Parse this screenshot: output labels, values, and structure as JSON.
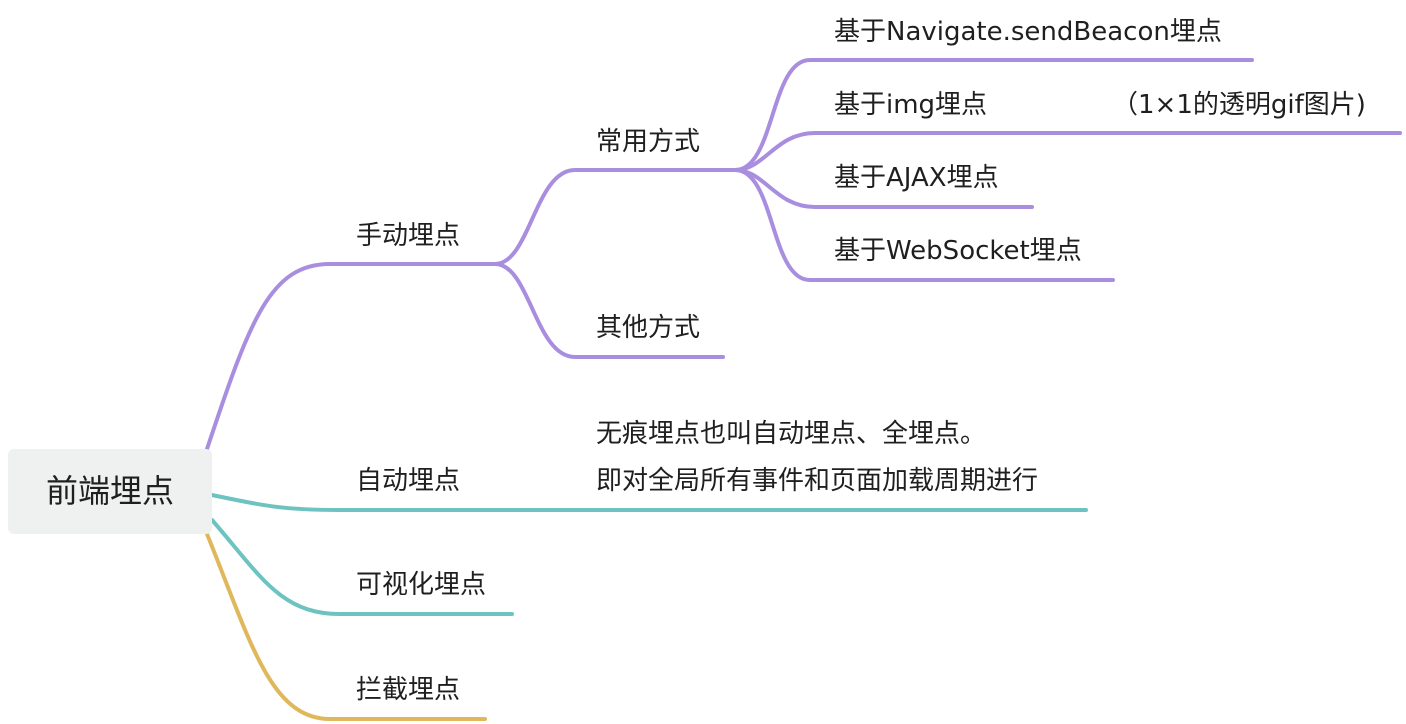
{
  "root": {
    "label": "前端埋点"
  },
  "colors": {
    "manual": "#a98ee0",
    "auto": "#6cc3c0",
    "intercept": "#e0b85c"
  },
  "branches": {
    "manual": {
      "label": "手动埋点",
      "children": {
        "common": {
          "label": "常用方式",
          "items": {
            "beacon": "基于Navigate.sendBeacon埋点",
            "img": "基于img埋点",
            "img_note": "（1×1的透明gif图片)",
            "ajax": "基于AJAX埋点",
            "websocket": "基于WebSocket埋点"
          }
        },
        "other": {
          "label": "其他方式"
        }
      }
    },
    "auto": {
      "label": "自动埋点",
      "note_line1": "无痕埋点也叫自动埋点、全埋点。",
      "note_line2": "即对全局所有事件和页面加载周期进行"
    },
    "visual": {
      "label": "可视化埋点"
    },
    "intercept": {
      "label": "拦截埋点"
    }
  }
}
